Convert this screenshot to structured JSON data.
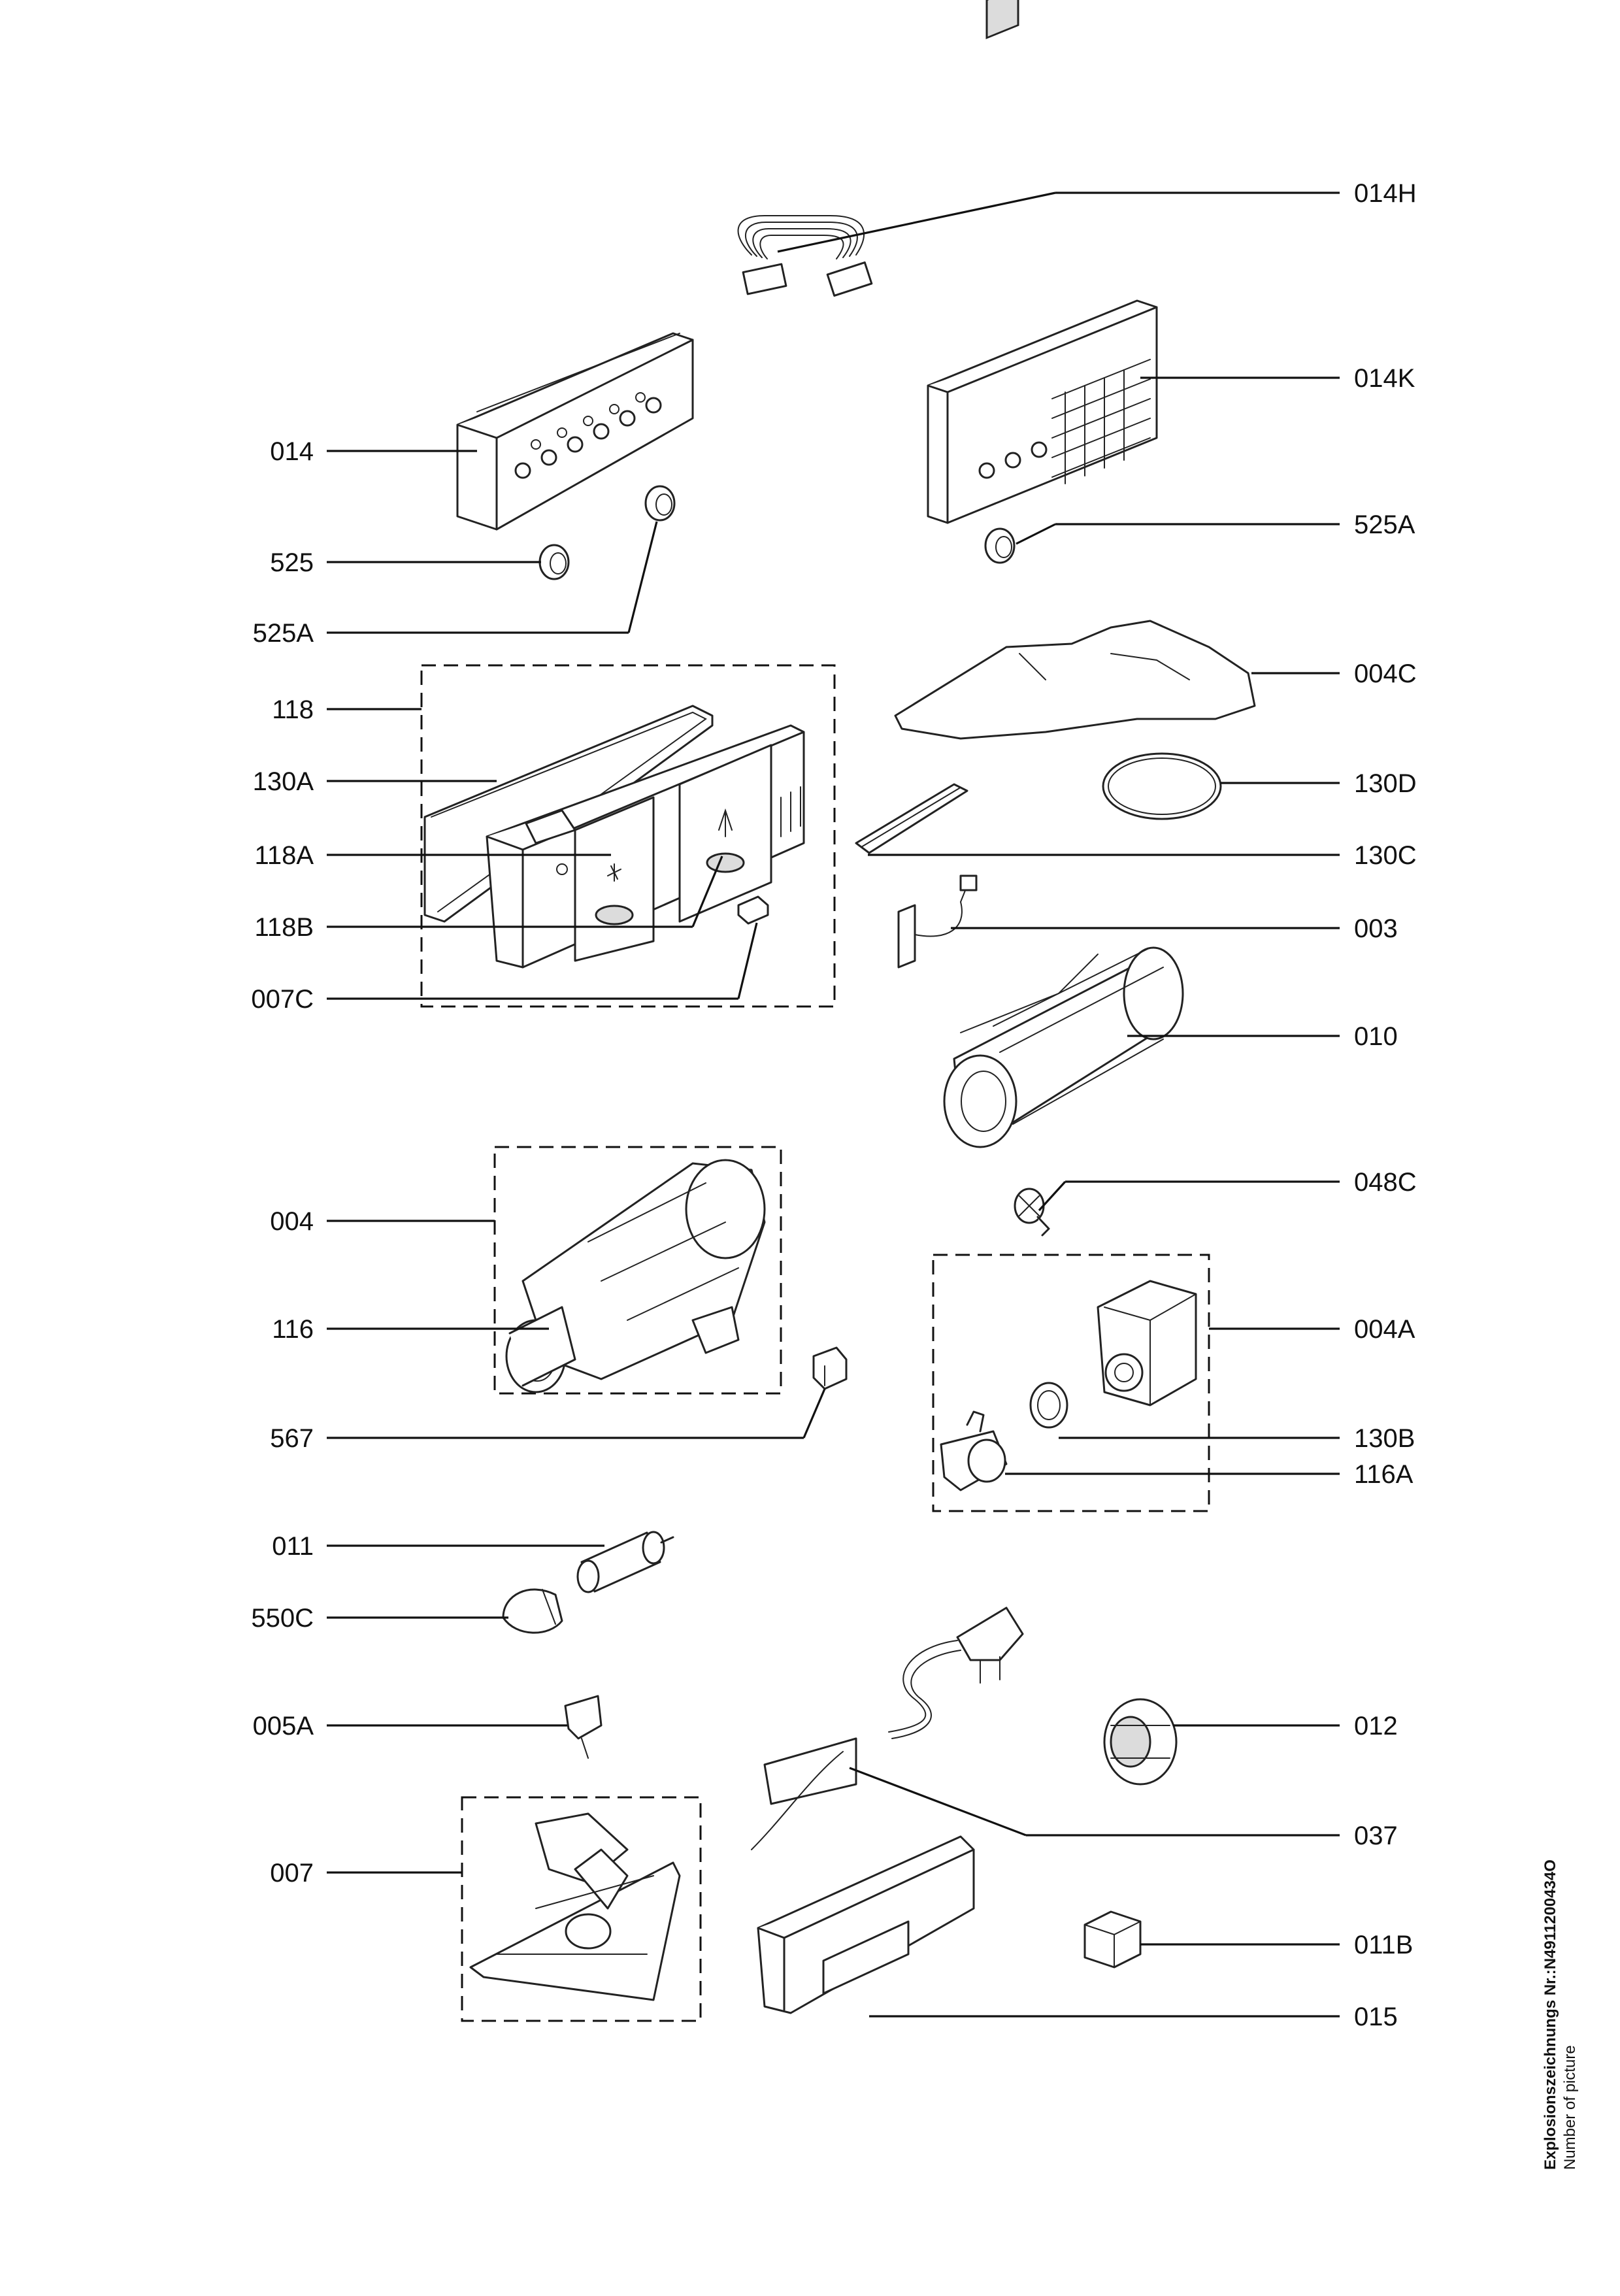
{
  "diagram": {
    "labels": {
      "l_014h": "014H",
      "l_014k": "014K",
      "l_014": "014",
      "l_525a_r": "525A",
      "l_525": "525",
      "l_525a_l": "525A",
      "l_004c": "004C",
      "l_118": "118",
      "l_130d": "130D",
      "l_130a": "130A",
      "l_118a": "118A",
      "l_130c": "130C",
      "l_118b": "118B",
      "l_003": "003",
      "l_007c": "007C",
      "l_010": "010",
      "l_048c": "048C",
      "l_004": "004",
      "l_116": "116",
      "l_004a": "004A",
      "l_567": "567",
      "l_130b": "130B",
      "l_116a": "116A",
      "l_011": "011",
      "l_550c": "550C",
      "l_005a": "005A",
      "l_012": "012",
      "l_037": "037",
      "l_007": "007",
      "l_011b": "011B",
      "l_015": "015"
    },
    "side_note": {
      "drawing_number": "Explosionszeichnungs Nr.:N4911200434O",
      "caption": "Number of picture"
    }
  }
}
